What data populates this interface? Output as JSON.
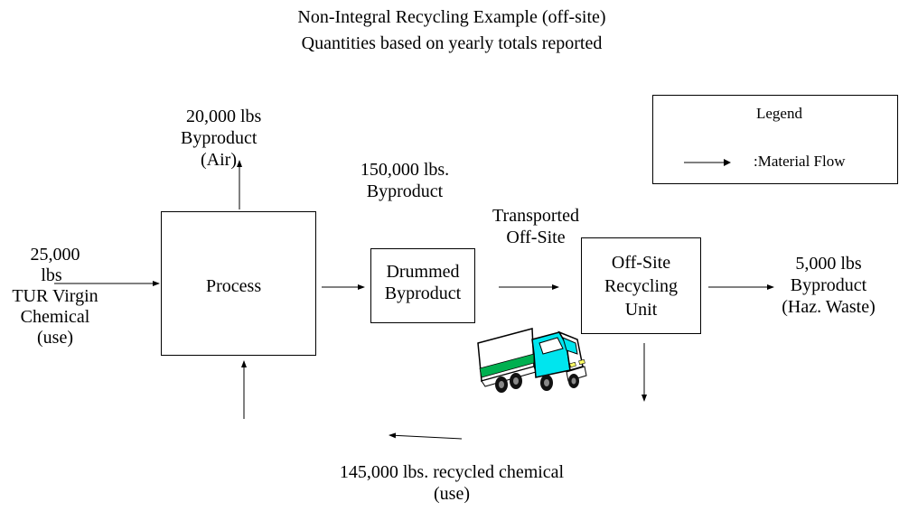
{
  "title": {
    "line1": "Non-Integral Recycling Example (off-site)",
    "line2": "Quantities based on yearly totals reported"
  },
  "legend": {
    "title": "Legend",
    "material_flow": ":Material Flow"
  },
  "nodes": {
    "process": "Process",
    "drummed": {
      "line1": "Drummed",
      "line2": "Byproduct"
    },
    "recycling": {
      "line1": "Off-Site",
      "line2": "Recycling",
      "line3": "Unit"
    }
  },
  "labels": {
    "input": {
      "line1": "25,000",
      "line2": "lbs",
      "line3": "TUR Virgin",
      "line4": "Chemical",
      "line5": "(use)"
    },
    "air": {
      "line1": "20,000 lbs",
      "line2": "Byproduct",
      "line3": "(Air)"
    },
    "byproduct": {
      "line1": "150,000  lbs.",
      "line2": "Byproduct"
    },
    "transport": {
      "line1": "Transported",
      "line2": "Off-Site"
    },
    "haz": {
      "line1": "5,000 lbs",
      "line2": "Byproduct",
      "line3": "(Haz. Waste)"
    },
    "recycled": {
      "line1": "145,000 lbs.  recycled chemical",
      "line2": "(use)"
    }
  },
  "icons": {
    "truck": "truck-icon"
  },
  "colors": {
    "truck_cab": "#00e5ee",
    "truck_stripe": "#00b050",
    "truck_wheel": "#111111",
    "truck_light": "#ffff66"
  }
}
